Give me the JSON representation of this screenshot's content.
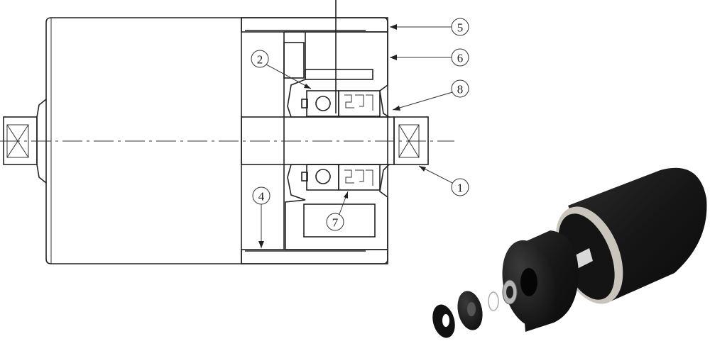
{
  "figure": {
    "callouts": [
      {
        "id": "callout-5",
        "label": "5"
      },
      {
        "id": "callout-6",
        "label": "6"
      },
      {
        "id": "callout-8",
        "label": "8"
      },
      {
        "id": "callout-1",
        "label": "1"
      },
      {
        "id": "callout-2",
        "label": "2"
      },
      {
        "id": "callout-4",
        "label": "4"
      },
      {
        "id": "callout-7",
        "label": "7"
      }
    ]
  },
  "colors": {
    "line": "#222222",
    "render_dark": "#1c1c1c",
    "render_metal": "#c9c5bd"
  }
}
